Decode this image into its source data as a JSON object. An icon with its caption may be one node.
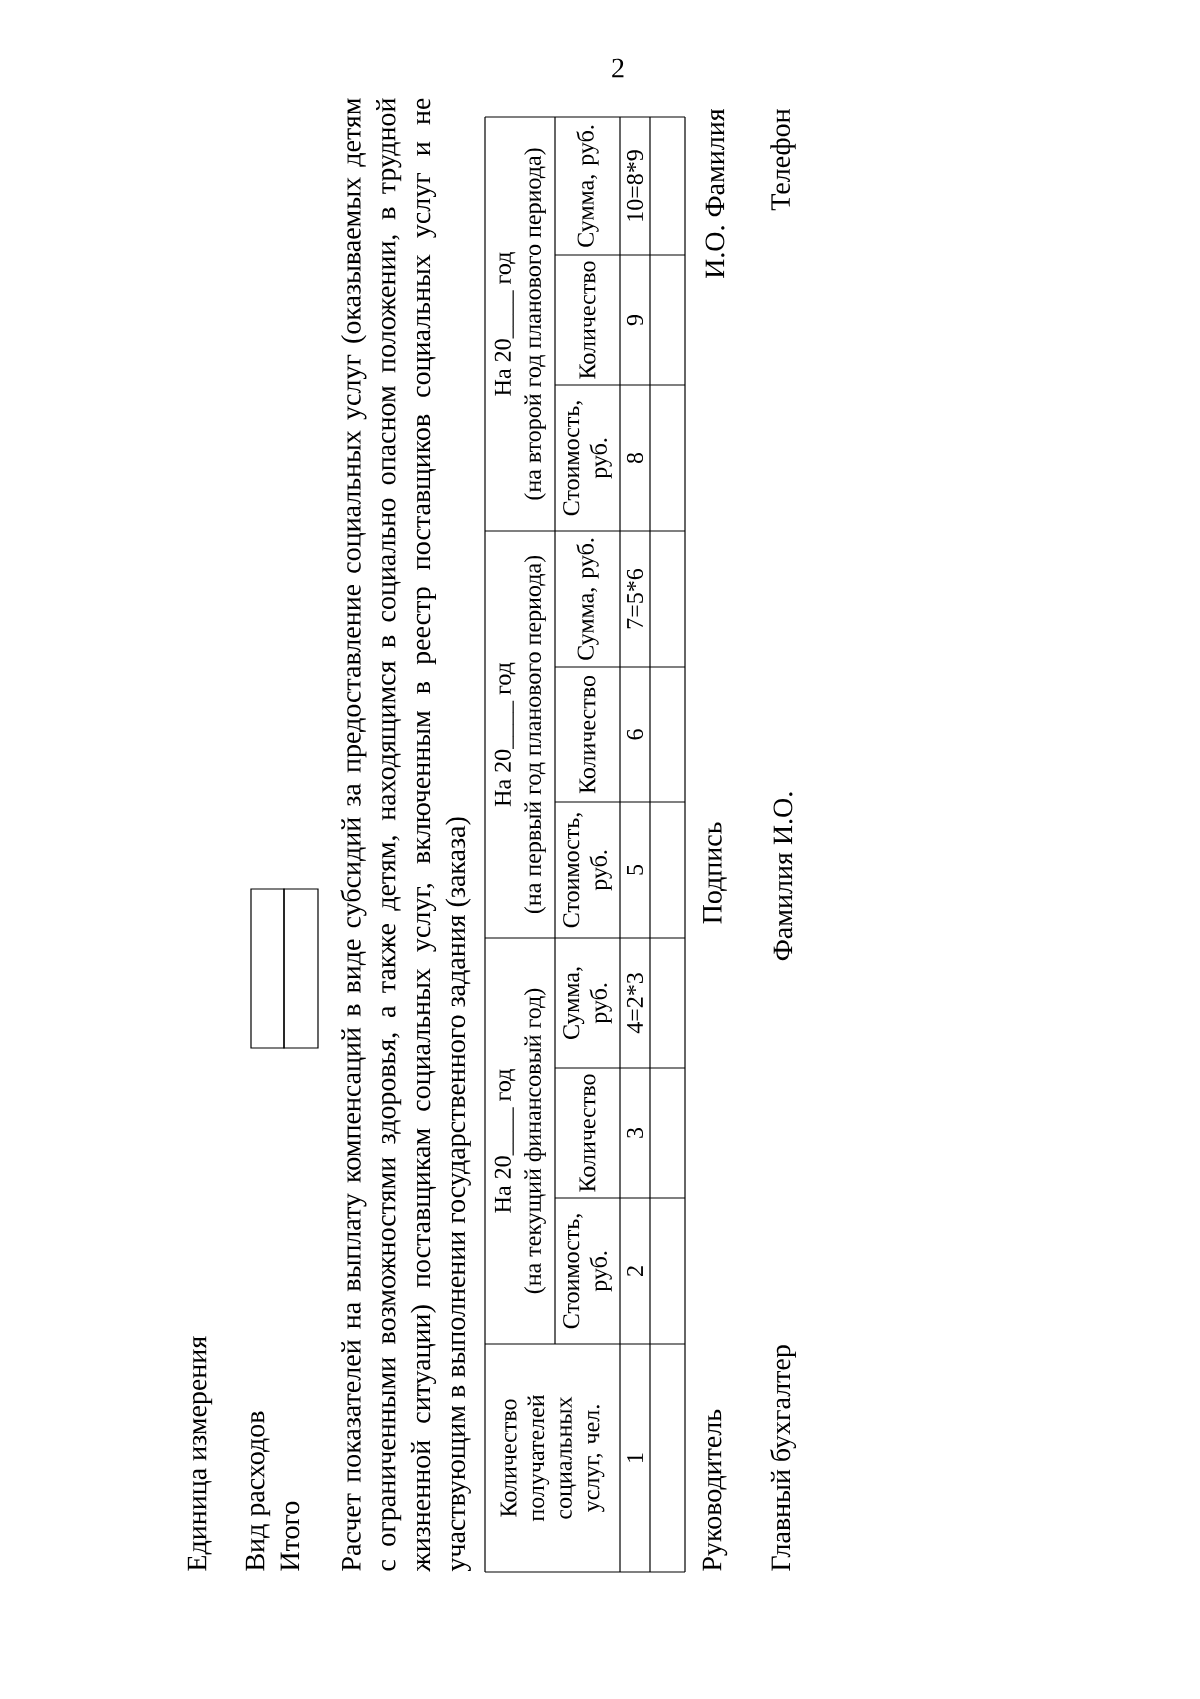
{
  "diagram": {
    "title": "Расчет показателей на выплату компенсаций в виде субсидий за предоставление социальных услуг (оказываемых детям с ограниченными возможностями здоровья, а также детям, находящимся в социально опасном положении, в трудной жизненной ситуации) поставщикам социальных услуг, включенным в реестр поставщиков социальных услуг и не участвующим в выполнении государственного задания (заказа)",
    "labels": [
      "2",
      "Единица измерения",
      "Вид расходов",
      "Итого",
      "Количество получателей социальных услуг, чел.",
      "На 20____ год",
      "(на текущий финансовый год)",
      "На 20____ год",
      "(на первый год планового периода)",
      "На 20____ год",
      "(на второй год планового периода)",
      "Стоимость, руб.",
      "Количество",
      "Сумма, руб.",
      "Стоимость, руб.",
      "Количество",
      "Сумма, руб.",
      "Стоимость, руб.",
      "Количество",
      "Сумма, руб.",
      "1",
      "2",
      "3",
      "4=2*3",
      "5",
      "6",
      "7=5*6",
      "8",
      "9",
      "10=8*9",
      "Руководитель",
      "Подпись",
      "И.О. Фамилия",
      "Главный бухгалтер",
      "Фамилия И.О.",
      "Телефон"
    ]
  }
}
